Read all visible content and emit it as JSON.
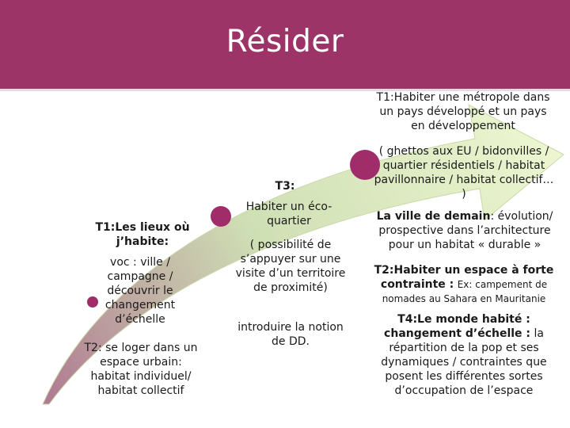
{
  "title": "Résider",
  "colors": {
    "header": "#9c3468",
    "arrow_light": "#e8f3c8",
    "arrow_mid": "#cfdfb4",
    "arrow_dark": "#b07a92",
    "dot": "#a02d6a"
  },
  "stage1": {
    "heading": "T1:Les lieux où j’habite:",
    "text": "voc : ville / campagne / découvrir le changement d’échelle",
    "t2": "T2: se loger dans un espace urbain: habitat individuel/ habitat collectif"
  },
  "stage2": {
    "heading": "T3:",
    "heading2": "Habiter un éco-quartier",
    "text": "( possibilité de s’appuyer sur une visite d’un territoire de proximité)",
    "text2": "introduire la notion de DD."
  },
  "stage3": {
    "heading": "T1:Habiter une métropole dans un pays développé et un pays en développement",
    "text": "( ghettos aux EU / bidonvilles / quartier résidentiels / habitat pavillonnaire / habitat collectif… )",
    "future_label": "La ville de demain",
    "future_text": ": évolution/ prospective dans l’architecture pour un habitat « durable »",
    "t2_heading": "T2:Habiter un espace à forte contrainte :",
    "t2_ex": "Ex: campement de nomades au Sahara en Mauritanie",
    "t4_heading": "T4:Le monde habité : changement d’échelle :",
    "t4_text": "la répartition de la pop et ses dynamiques / contraintes que posent les différentes sortes d’occupation de l’espace"
  }
}
